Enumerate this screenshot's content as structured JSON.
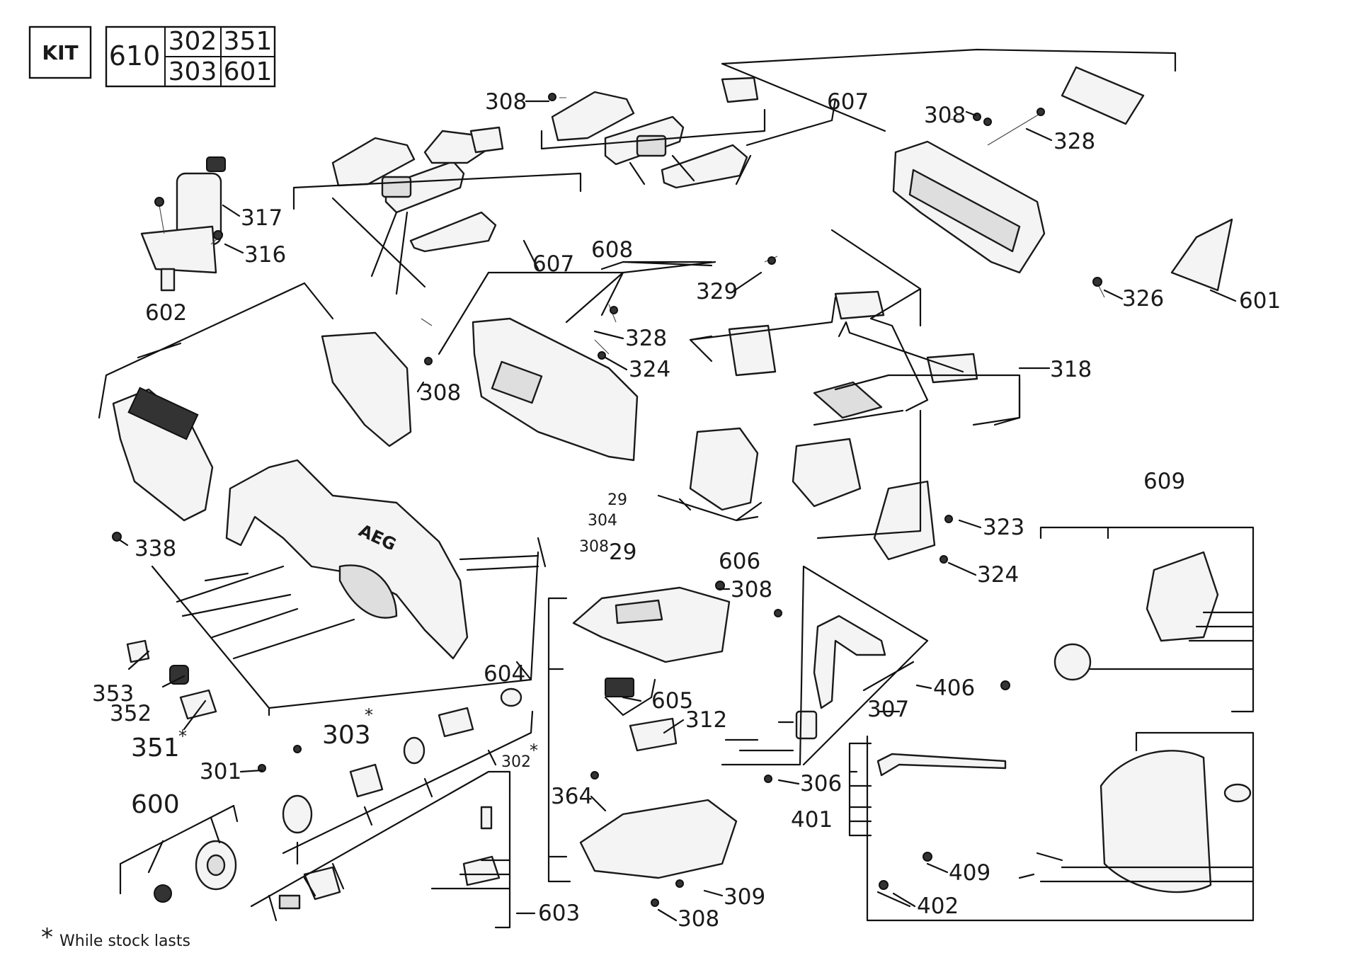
{
  "kit": {
    "label": "KIT",
    "main": "610",
    "cells": [
      "302",
      "351",
      "303",
      "601"
    ]
  },
  "footnote": {
    "marker": "*",
    "text": "While stock lasts"
  },
  "callouts": [
    {
      "id": "c-308-a",
      "text": "308"
    },
    {
      "id": "c-607-a",
      "text": "607"
    },
    {
      "id": "c-308-b",
      "text": "308"
    },
    {
      "id": "c-328-a",
      "text": "328"
    },
    {
      "id": "c-317",
      "text": "317"
    },
    {
      "id": "c-316",
      "text": "316"
    },
    {
      "id": "c-607-b",
      "text": "607"
    },
    {
      "id": "c-608",
      "text": "608"
    },
    {
      "id": "c-329",
      "text": "329"
    },
    {
      "id": "c-326",
      "text": "326"
    },
    {
      "id": "c-601",
      "text": "601"
    },
    {
      "id": "c-602",
      "text": "602"
    },
    {
      "id": "c-328-b",
      "text": "328"
    },
    {
      "id": "c-324-a",
      "text": "324"
    },
    {
      "id": "c-308-c",
      "text": "308"
    },
    {
      "id": "c-318",
      "text": "318"
    },
    {
      "id": "c-29-a",
      "text": "29"
    },
    {
      "id": "c-304",
      "text": "304"
    },
    {
      "id": "c-609",
      "text": "609"
    },
    {
      "id": "c-338",
      "text": "338"
    },
    {
      "id": "c-308-d",
      "text": "308"
    },
    {
      "id": "c-29-b",
      "text": "29"
    },
    {
      "id": "c-323",
      "text": "323"
    },
    {
      "id": "c-606",
      "text": "606"
    },
    {
      "id": "c-324-b",
      "text": "324"
    },
    {
      "id": "c-308-e",
      "text": "308"
    },
    {
      "id": "c-604",
      "text": "604"
    },
    {
      "id": "c-605",
      "text": "605"
    },
    {
      "id": "c-406",
      "text": "406"
    },
    {
      "id": "c-353",
      "text": "353"
    },
    {
      "id": "c-352",
      "text": "352"
    },
    {
      "id": "c-303",
      "text": "303"
    },
    {
      "id": "c-307",
      "text": "307"
    },
    {
      "id": "c-312",
      "text": "312"
    },
    {
      "id": "c-351",
      "text": "351"
    },
    {
      "id": "c-301",
      "text": "301"
    },
    {
      "id": "c-302",
      "text": "302"
    },
    {
      "id": "c-306",
      "text": "306"
    },
    {
      "id": "c-600",
      "text": "600"
    },
    {
      "id": "c-364",
      "text": "364"
    },
    {
      "id": "c-401",
      "text": "401"
    },
    {
      "id": "c-409",
      "text": "409"
    },
    {
      "id": "c-309",
      "text": "309"
    },
    {
      "id": "c-603",
      "text": "603"
    },
    {
      "id": "c-402",
      "text": "402"
    },
    {
      "id": "c-308-f",
      "text": "308"
    }
  ],
  "stock_marks": [
    {
      "id": "s-303",
      "text": "*"
    },
    {
      "id": "s-351",
      "text": "*"
    },
    {
      "id": "s-302",
      "text": "*"
    }
  ],
  "blade_brand": "AEG"
}
